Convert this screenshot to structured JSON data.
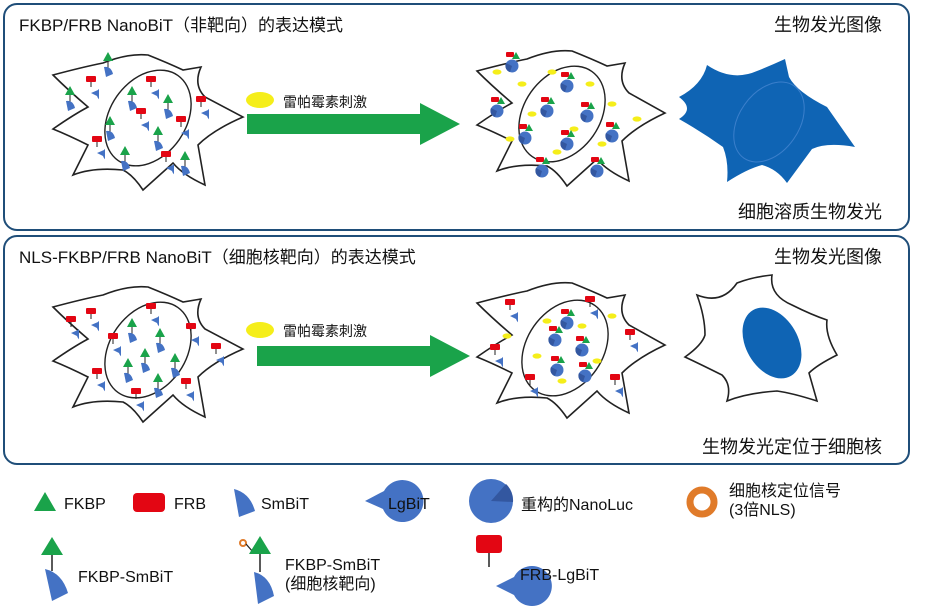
{
  "panels": [
    {
      "title": "FKBP/FRB NanoBiT（非靶向）的表达模式",
      "image_title": "生物发光图像",
      "stimulus_label": "雷帕霉素刺激",
      "caption": "细胞溶质生物发光"
    },
    {
      "title": "NLS-FKBP/FRB NanoBiT（细胞核靶向）的表达模式",
      "image_title": "生物发光图像",
      "stimulus_label": "雷帕霉素刺激",
      "caption": "生物发光定位于细胞核"
    }
  ],
  "legend": {
    "fkbp": "FKBP",
    "frb": "FRB",
    "smbit": "SmBiT",
    "lgbit": "LgBiT",
    "nanoluc": "重构的NanoLuc",
    "nls_line1": "细胞核定位信号",
    "nls_line2": "(3倍NLS)",
    "fkbp_smbit": "FKBP-SmBiT",
    "fkbp_smbit_nuc_line1": "FKBP-SmBiT",
    "fkbp_smbit_nuc_line2": "(细胞核靶向)",
    "frb_lgbit": "FRB-LgBiT"
  },
  "colors": {
    "panel_border": "#1f4e79",
    "fkbp": "#1aa34a",
    "frb": "#e30613",
    "bit_blue": "#4472c4",
    "luminescence": "#0f64b4",
    "rapamycin": "#f5ee1a",
    "arrow": "#1aa34a",
    "nls": "#e07b2a"
  }
}
